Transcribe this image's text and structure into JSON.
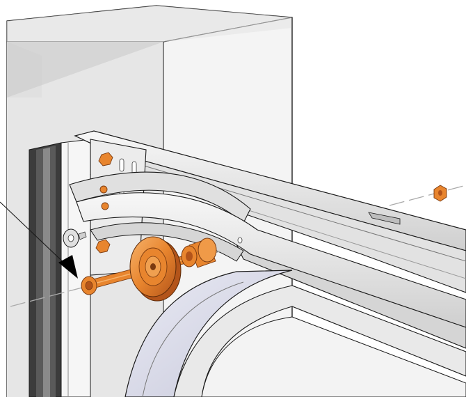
{
  "figure": {
    "kind": "technical-assembly-illustration",
    "parts": [
      {
        "name": "wall-block",
        "icon": "wall-block-shape"
      },
      {
        "name": "door-frame-profile",
        "icon": "vertical-profile-shape"
      },
      {
        "name": "horizontal-track",
        "icon": "track-rail-shape"
      },
      {
        "name": "curved-track",
        "icon": "curved-rail-shape"
      },
      {
        "name": "roller-wheel",
        "icon": "pulley-icon"
      },
      {
        "name": "spacer-bushing",
        "icon": "bushing-icon"
      },
      {
        "name": "washer",
        "icon": "washer-icon"
      },
      {
        "name": "shaft-pin",
        "icon": "shaft-icon"
      },
      {
        "name": "nut",
        "icon": "nut-icon"
      }
    ],
    "colors": {
      "hardware_orange": "#e8852e",
      "hardware_dark": "#b3541a",
      "metal_light": "#ececec",
      "metal_mid": "#d2d2d2",
      "wall_light": "#f4f4f4",
      "wall_shadow": "#d9d9d9",
      "outline": "#1a1a1a",
      "frame_dark": "#4a4a4a",
      "axis_line": "#aaaaaa"
    }
  }
}
